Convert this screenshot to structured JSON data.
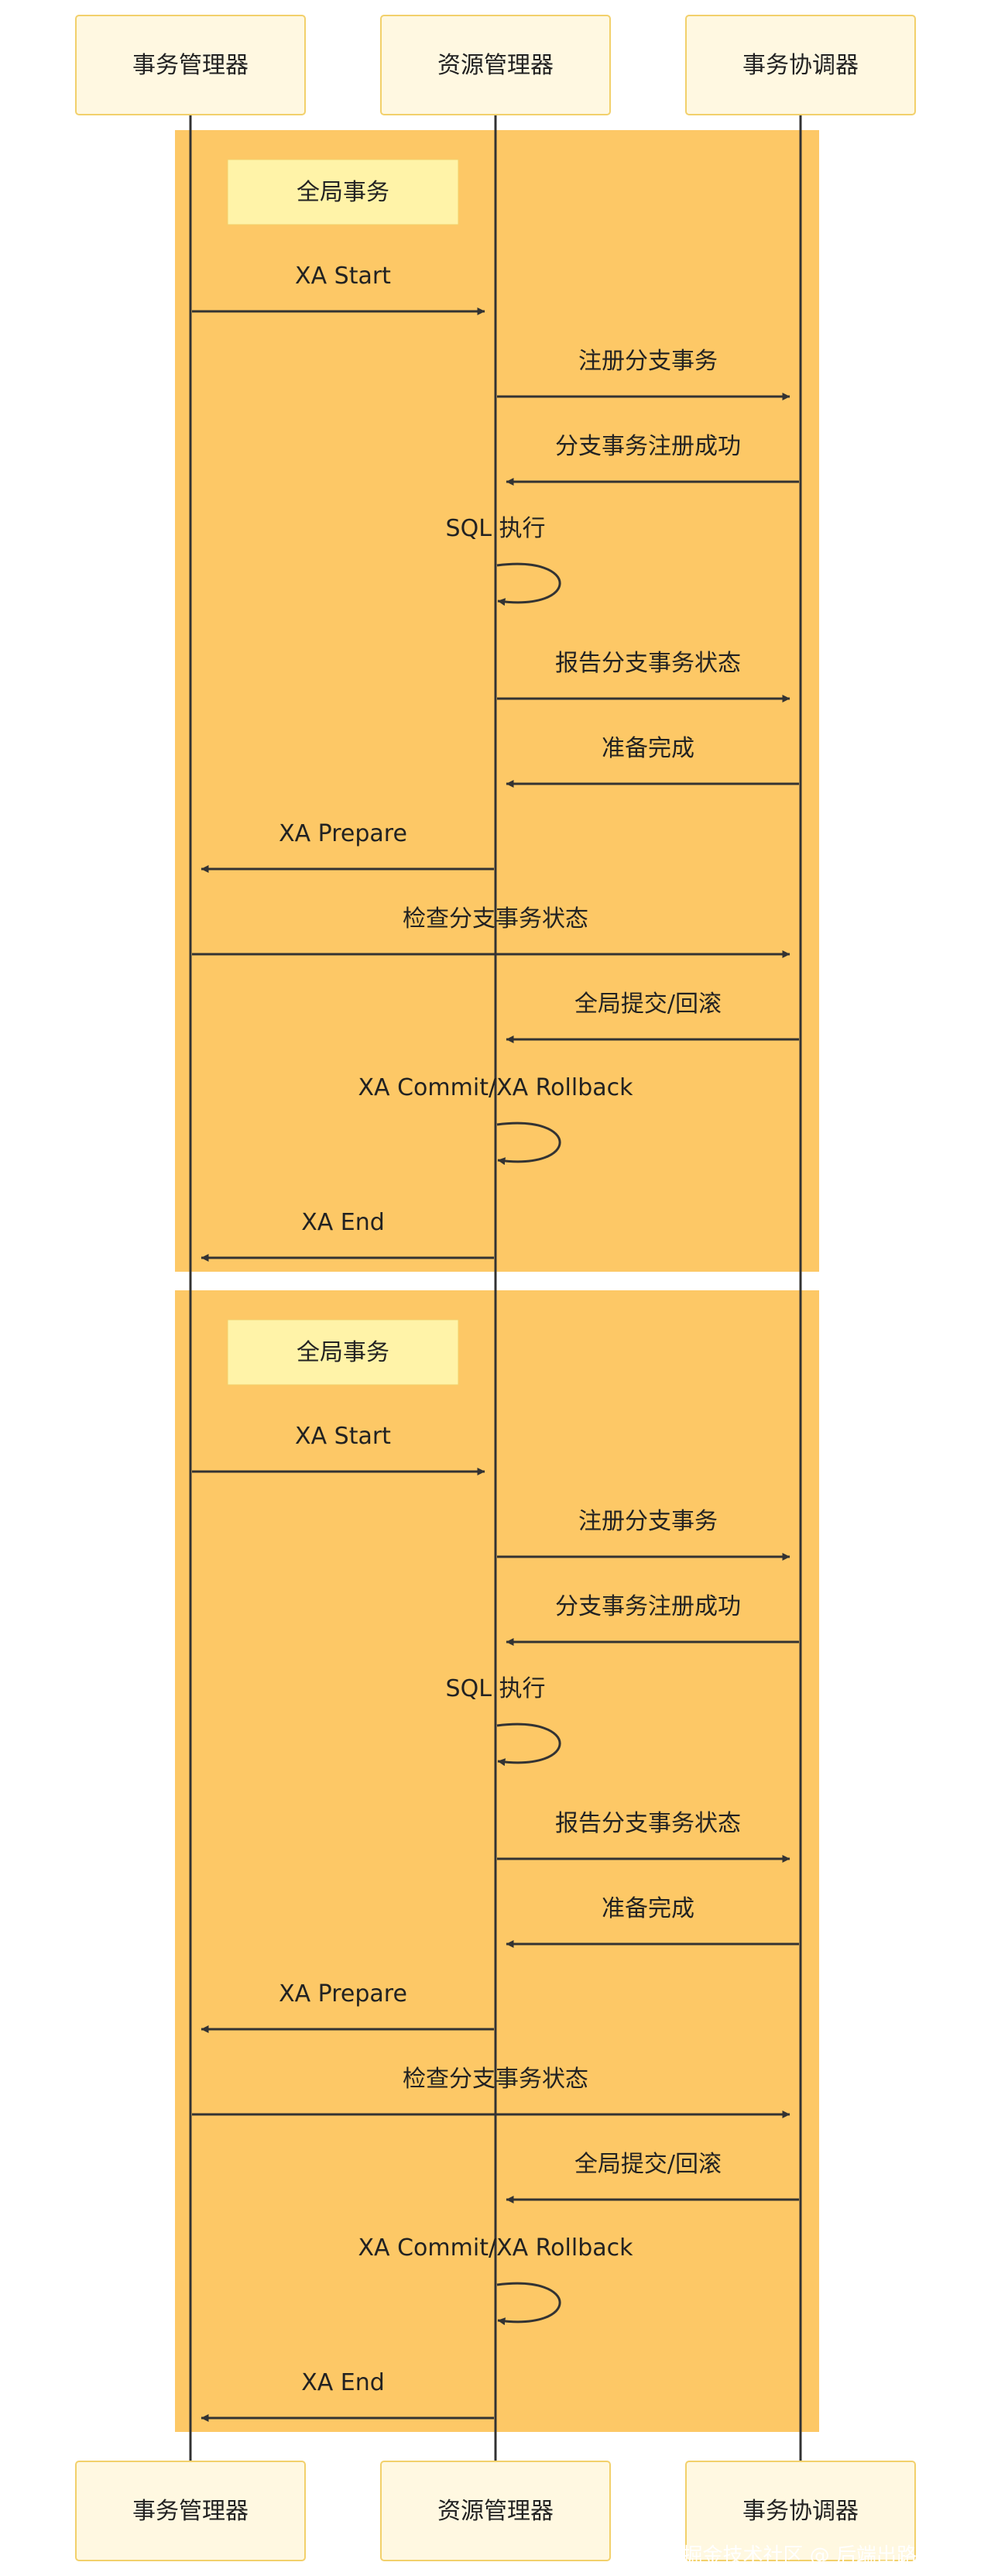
{
  "participants": [
    {
      "id": "tm",
      "label": "事务管理器"
    },
    {
      "id": "rm",
      "label": "资源管理器"
    },
    {
      "id": "tc",
      "label": "事务协调器"
    }
  ],
  "colors": {
    "participant_fill": "#fff8e1",
    "participant_stroke": "#f2d06b",
    "group_fill": "#fdc866",
    "note_fill": "#fff3a8",
    "line": "#333333",
    "text": "#222222",
    "watermark": "#ffffff"
  },
  "groups": [
    {
      "note": "全局事务",
      "messages": [
        {
          "from": "tm",
          "to": "rm",
          "label": "XA Start"
        },
        {
          "from": "rm",
          "to": "tc",
          "label": "注册分支事务"
        },
        {
          "from": "tc",
          "to": "rm",
          "label": "分支事务注册成功"
        },
        {
          "from": "rm",
          "to": "rm",
          "label": "SQL 执行"
        },
        {
          "from": "rm",
          "to": "tc",
          "label": "报告分支事务状态"
        },
        {
          "from": "tc",
          "to": "rm",
          "label": "准备完成"
        },
        {
          "from": "rm",
          "to": "tm",
          "label": "XA Prepare"
        },
        {
          "from": "tm",
          "to": "tc",
          "label": "检查分支事务状态"
        },
        {
          "from": "tc",
          "to": "rm",
          "label": "全局提交/回滚"
        },
        {
          "from": "rm",
          "to": "rm",
          "label": "XA Commit/XA Rollback"
        },
        {
          "from": "rm",
          "to": "tm",
          "label": "XA End"
        }
      ]
    },
    {
      "note": "全局事务",
      "messages": [
        {
          "from": "tm",
          "to": "rm",
          "label": "XA Start"
        },
        {
          "from": "rm",
          "to": "tc",
          "label": "注册分支事务"
        },
        {
          "from": "tc",
          "to": "rm",
          "label": "分支事务注册成功"
        },
        {
          "from": "rm",
          "to": "rm",
          "label": "SQL 执行"
        },
        {
          "from": "rm",
          "to": "tc",
          "label": "报告分支事务状态"
        },
        {
          "from": "tc",
          "to": "rm",
          "label": "准备完成"
        },
        {
          "from": "rm",
          "to": "tm",
          "label": "XA Prepare"
        },
        {
          "from": "tm",
          "to": "tc",
          "label": "检查分支事务状态"
        },
        {
          "from": "tc",
          "to": "rm",
          "label": "全局提交/回滚"
        },
        {
          "from": "rm",
          "to": "rm",
          "label": "XA Commit/XA Rollback"
        },
        {
          "from": "rm",
          "to": "tm",
          "label": "XA End"
        }
      ]
    }
  ],
  "watermark": "掘金技术社区 @ 后端出路在何方"
}
